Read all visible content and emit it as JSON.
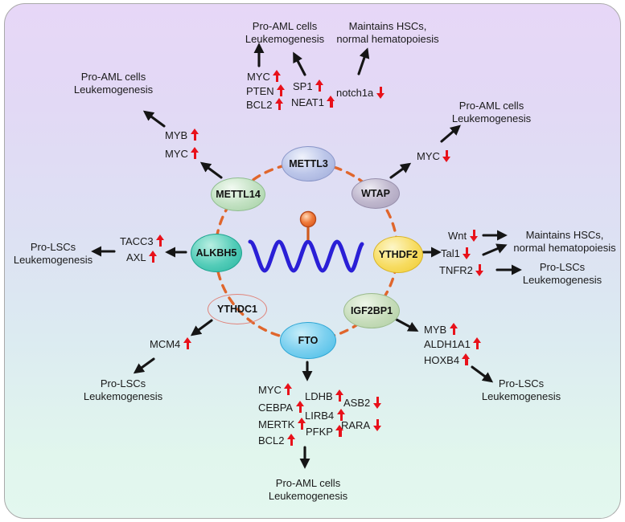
{
  "colors": {
    "panel_border": "#a9a9a9",
    "background_top": "#e7d7f7",
    "background_middle": "#dde1f3",
    "background_bottom": "#e1f6ed",
    "dashed_ring": "#e0662c",
    "rna_strand": "#2a1fd6",
    "m6a_mark": "#e8632a",
    "regulation_arrow": "#e8111a",
    "flow_arrow": "#151515"
  },
  "regulators": [
    {
      "name": "METTL3",
      "fill": "#a9b4e0"
    },
    {
      "name": "METTL14",
      "fill": "#a9d4a9"
    },
    {
      "name": "WTAP",
      "fill": "#b0a7c0"
    },
    {
      "name": "ALKBH5",
      "fill": "#2fbfa9"
    },
    {
      "name": "YTHDF2",
      "fill": "#f5d23f"
    },
    {
      "name": "YTHDC1",
      "fill": "#f3a096"
    },
    {
      "name": "FTO",
      "fill": "#4fc0e8"
    },
    {
      "name": "IGF2BP1",
      "fill": "#b6d2aa"
    }
  ],
  "pathways": {
    "mettl14": {
      "regulator": "METTL14",
      "genes": [
        {
          "g": "MYB",
          "dir": "up"
        },
        {
          "g": "MYC",
          "dir": "up"
        }
      ],
      "outcome": [
        "Pro-AML cells",
        "Leukemogenesis"
      ]
    },
    "mettl3": {
      "regulator": "METTL3",
      "genes_left": [
        {
          "g": "MYC",
          "dir": "up"
        },
        {
          "g": "PTEN",
          "dir": "up"
        },
        {
          "g": "BCL2",
          "dir": "up"
        }
      ],
      "genes_mid": [
        {
          "g": "SP1",
          "dir": "up"
        },
        {
          "g": "NEAT1",
          "dir": "up"
        }
      ],
      "genes_right": [
        {
          "g": "notch1a",
          "dir": "down"
        }
      ],
      "outcome_left": [
        "Pro-AML cells",
        "Leukemogenesis"
      ],
      "outcome_right": [
        "Maintains HSCs,",
        "normal hematopoiesis"
      ]
    },
    "wtap": {
      "regulator": "WTAP",
      "genes": [
        {
          "g": "MYC",
          "dir": "down"
        }
      ],
      "outcome": [
        "Pro-AML cells",
        "Leukemogenesis"
      ]
    },
    "alkbh5": {
      "regulator": "ALKBH5",
      "genes": [
        {
          "g": "TACC3",
          "dir": "up"
        },
        {
          "g": "AXL",
          "dir": "up"
        }
      ],
      "outcome": [
        "Pro-LSCs",
        "Leukemogenesis"
      ]
    },
    "ythdf2": {
      "regulator": "YTHDF2",
      "genes": [
        {
          "g": "Wnt",
          "dir": "down"
        },
        {
          "g": "Tal1",
          "dir": "down"
        },
        {
          "g": "TNFR2",
          "dir": "down"
        }
      ],
      "outcome_top": [
        "Maintains HSCs,",
        "normal hematopoiesis"
      ],
      "outcome_bottom": [
        "Pro-LSCs",
        "Leukemogenesis"
      ]
    },
    "ythdc1": {
      "regulator": "YTHDC1",
      "genes": [
        {
          "g": "MCM4",
          "dir": "up"
        }
      ],
      "outcome": [
        "Pro-LSCs",
        "Leukemogenesis"
      ]
    },
    "igf2bp1": {
      "regulator": "IGF2BP1",
      "genes": [
        {
          "g": "MYB",
          "dir": "up"
        },
        {
          "g": "ALDH1A1",
          "dir": "up"
        },
        {
          "g": "HOXB4",
          "dir": "up"
        }
      ],
      "outcome": [
        "Pro-LSCs",
        "Leukemogenesis"
      ]
    },
    "fto": {
      "regulator": "FTO",
      "genes_col1": [
        {
          "g": "MYC",
          "dir": "up"
        },
        {
          "g": "CEBPA",
          "dir": "up"
        },
        {
          "g": "MERTK",
          "dir": "up"
        },
        {
          "g": "BCL2",
          "dir": "up"
        }
      ],
      "genes_col2": [
        {
          "g": "LDHB",
          "dir": "up"
        },
        {
          "g": "LIRB4",
          "dir": "up"
        },
        {
          "g": "PFKP",
          "dir": "up"
        }
      ],
      "genes_col3": [
        {
          "g": "ASB2",
          "dir": "down"
        },
        {
          "g": "RARA",
          "dir": "down"
        }
      ],
      "outcome": [
        "Pro-AML cells",
        "Leukemogenesis"
      ]
    }
  }
}
